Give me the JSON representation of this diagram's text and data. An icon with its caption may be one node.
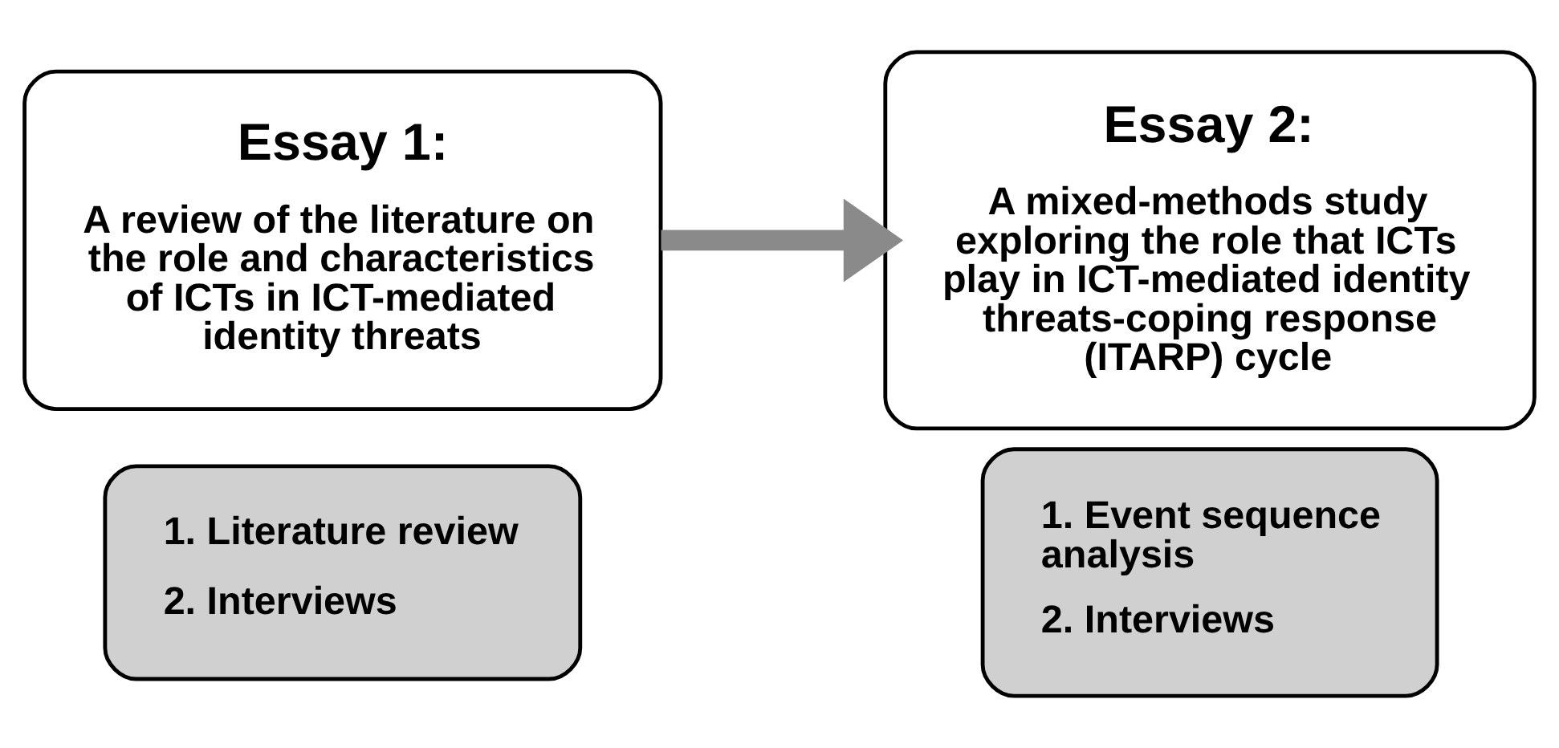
{
  "diagram": {
    "nodes": [
      {
        "text": [
          "Essay 1:",
          "A review of the literature on the role and characteristics of ICTs in ICT-mediated identity threats"
        ]
      },
      {
        "text": [
          "1. Literature review",
          "2. Interviews"
        ]
      },
      {
        "text": [
          "Essay 2:",
          "A mixed-methods study exploring the role that ICTs play in ICT-mediated identity threats-coping response (ITARP) cycle"
        ]
      },
      {
        "text": [
          "1. Event sequence analysis",
          "2. Interviews"
        ]
      }
    ],
    "edges": [
      {
        "from": 0,
        "to": 2,
        "arrow": "to"
      }
    ]
  }
}
